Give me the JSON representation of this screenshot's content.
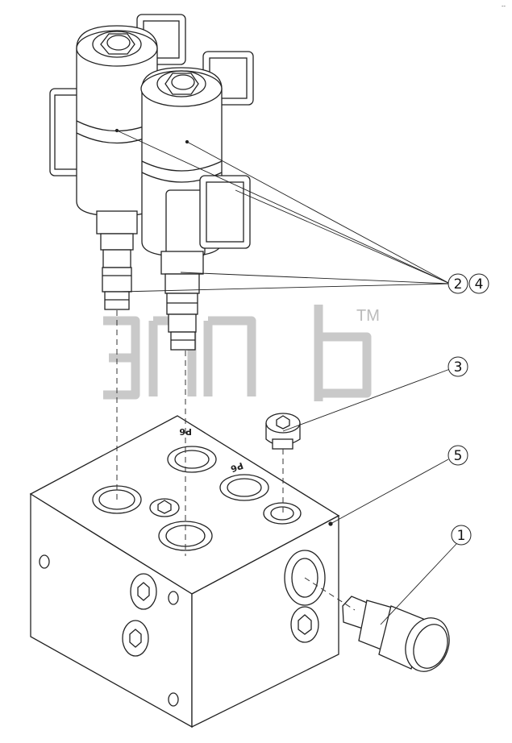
{
  "diagram": {
    "callouts": [
      {
        "id": "c24a",
        "label": "2"
      },
      {
        "id": "c24b",
        "label": "4"
      },
      {
        "id": "c3",
        "label": "3"
      },
      {
        "id": "c5",
        "label": "5"
      },
      {
        "id": "c1",
        "label": "1"
      }
    ],
    "port_labels": {
      "p1": "P6",
      "p2": "P6"
    },
    "watermark": {
      "mark": "TM"
    },
    "corner_mark": "--"
  }
}
